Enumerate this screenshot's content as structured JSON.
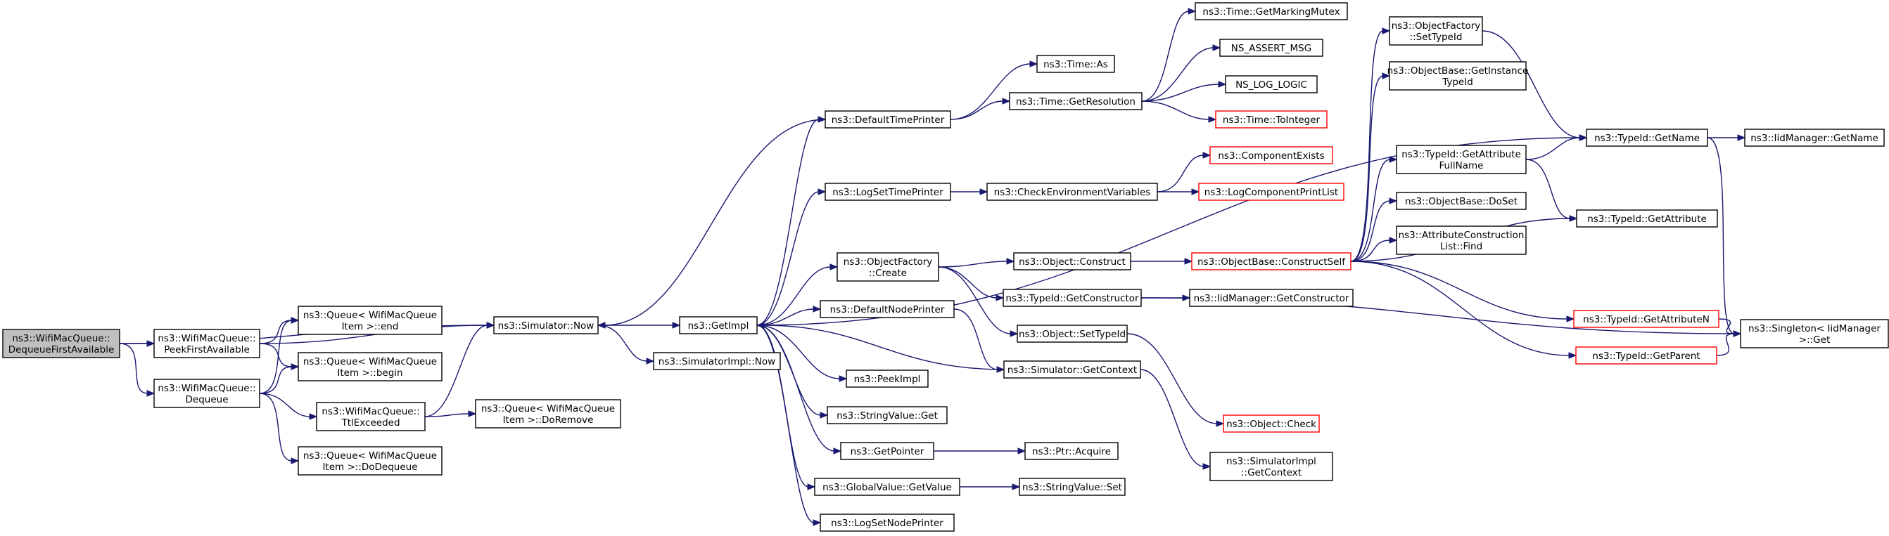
{
  "graph": {
    "colors": {
      "edge": "#191970",
      "root_fill": "#bfbfbf",
      "node_border": "#000000",
      "truncated_border": "#ff0000",
      "background": "#ffffff"
    },
    "nodes": [
      {
        "id": "root",
        "lines": [
          "ns3::WifiMacQueue::",
          "DequeueFirstAvailable"
        ],
        "style": "root"
      },
      {
        "id": "peek",
        "lines": [
          "ns3::WifiMacQueue::",
          "PeekFirstAvailable"
        ]
      },
      {
        "id": "deq",
        "lines": [
          "ns3::WifiMacQueue::",
          "Dequeue"
        ]
      },
      {
        "id": "qend",
        "lines": [
          "ns3::Queue< WifiMacQueue",
          "Item >::end"
        ]
      },
      {
        "id": "qbegin",
        "lines": [
          "ns3::Queue< WifiMacQueue",
          "Item >::begin"
        ]
      },
      {
        "id": "ttl",
        "lines": [
          "ns3::WifiMacQueue::",
          "TtlExceeded"
        ]
      },
      {
        "id": "qdodeq",
        "lines": [
          "ns3::Queue< WifiMacQueue",
          "Item >::DoDequeue"
        ]
      },
      {
        "id": "qdorem",
        "lines": [
          "ns3::Queue< WifiMacQueue",
          "Item >::DoRemove"
        ]
      },
      {
        "id": "simnow",
        "lines": [
          "ns3::Simulator::Now"
        ]
      },
      {
        "id": "getimpl",
        "lines": [
          "ns3::GetImpl"
        ]
      },
      {
        "id": "simimplnow",
        "lines": [
          "ns3::SimulatorImpl::Now"
        ]
      },
      {
        "id": "dtp",
        "lines": [
          "ns3::DefaultTimePrinter"
        ]
      },
      {
        "id": "ltp",
        "lines": [
          "ns3::LogSetTimePrinter"
        ]
      },
      {
        "id": "ofc",
        "lines": [
          "ns3::ObjectFactory",
          "::Create"
        ]
      },
      {
        "id": "dnp",
        "lines": [
          "ns3::DefaultNodePrinter"
        ]
      },
      {
        "id": "peekimpl",
        "lines": [
          "ns3::PeekImpl"
        ]
      },
      {
        "id": "svget",
        "lines": [
          "ns3::StringValue::Get"
        ]
      },
      {
        "id": "getptr",
        "lines": [
          "ns3::GetPointer"
        ]
      },
      {
        "id": "gvget",
        "lines": [
          "ns3::GlobalValue::GetValue"
        ]
      },
      {
        "id": "lsnp",
        "lines": [
          "ns3::LogSetNodePrinter"
        ]
      },
      {
        "id": "timeas",
        "lines": [
          "ns3::Time::As"
        ]
      },
      {
        "id": "timeres",
        "lines": [
          "ns3::Time::GetResolution"
        ]
      },
      {
        "id": "markmutex",
        "lines": [
          "ns3::Time::GetMarkingMutex"
        ]
      },
      {
        "id": "nsassert",
        "lines": [
          "NS_ASSERT_MSG"
        ]
      },
      {
        "id": "nslog",
        "lines": [
          "NS_LOG_LOGIC"
        ]
      },
      {
        "id": "toint",
        "lines": [
          "ns3::Time::ToInteger"
        ],
        "style": "red"
      },
      {
        "id": "checkenv",
        "lines": [
          "ns3::CheckEnvironmentVariables"
        ]
      },
      {
        "id": "compex",
        "lines": [
          "ns3::ComponentExists"
        ],
        "style": "red"
      },
      {
        "id": "logcpl",
        "lines": [
          "ns3::LogComponentPrintList"
        ],
        "style": "red"
      },
      {
        "id": "objconstruct",
        "lines": [
          "ns3::Object::Construct"
        ]
      },
      {
        "id": "tidgetctor",
        "lines": [
          "ns3::TypeId::GetConstructor"
        ]
      },
      {
        "id": "objsettid",
        "lines": [
          "ns3::Object::SetTypeId"
        ]
      },
      {
        "id": "simgetctx",
        "lines": [
          "ns3::Simulator::GetContext"
        ]
      },
      {
        "id": "ptracq",
        "lines": [
          "ns3::Ptr::Acquire"
        ]
      },
      {
        "id": "svset",
        "lines": [
          "ns3::StringValue::Set"
        ]
      },
      {
        "id": "obconstructself",
        "lines": [
          "ns3::ObjectBase::ConstructSelf"
        ],
        "style": "red"
      },
      {
        "id": "iidgetctor",
        "lines": [
          "ns3::IidManager::GetConstructor"
        ]
      },
      {
        "id": "objcheck",
        "lines": [
          "ns3::Object::Check"
        ],
        "style": "red"
      },
      {
        "id": "simimplctx",
        "lines": [
          "ns3::SimulatorImpl",
          "::GetContext"
        ]
      },
      {
        "id": "ofsettid",
        "lines": [
          "ns3::ObjectFactory",
          "::SetTypeId"
        ]
      },
      {
        "id": "obgetinst",
        "lines": [
          "ns3::ObjectBase::GetInstance",
          "TypeId"
        ]
      },
      {
        "id": "tidgetattrfull",
        "lines": [
          "ns3::TypeId::GetAttribute",
          "FullName"
        ]
      },
      {
        "id": "obdoset",
        "lines": [
          "ns3::ObjectBase::DoSet"
        ]
      },
      {
        "id": "acfind",
        "lines": [
          "ns3::AttributeConstruction",
          "List::Find"
        ]
      },
      {
        "id": "tidgetname",
        "lines": [
          "ns3::TypeId::GetName"
        ]
      },
      {
        "id": "tidgetattr",
        "lines": [
          "ns3::TypeId::GetAttribute"
        ]
      },
      {
        "id": "tidgetattrn",
        "lines": [
          "ns3::TypeId::GetAttributeN"
        ],
        "style": "red"
      },
      {
        "id": "tidgetparent",
        "lines": [
          "ns3::TypeId::GetParent"
        ],
        "style": "red"
      },
      {
        "id": "iidgetname",
        "lines": [
          "ns3::IidManager::GetName"
        ]
      },
      {
        "id": "singleton",
        "lines": [
          "ns3::Singleton< IidManager",
          ">::Get"
        ]
      }
    ]
  }
}
